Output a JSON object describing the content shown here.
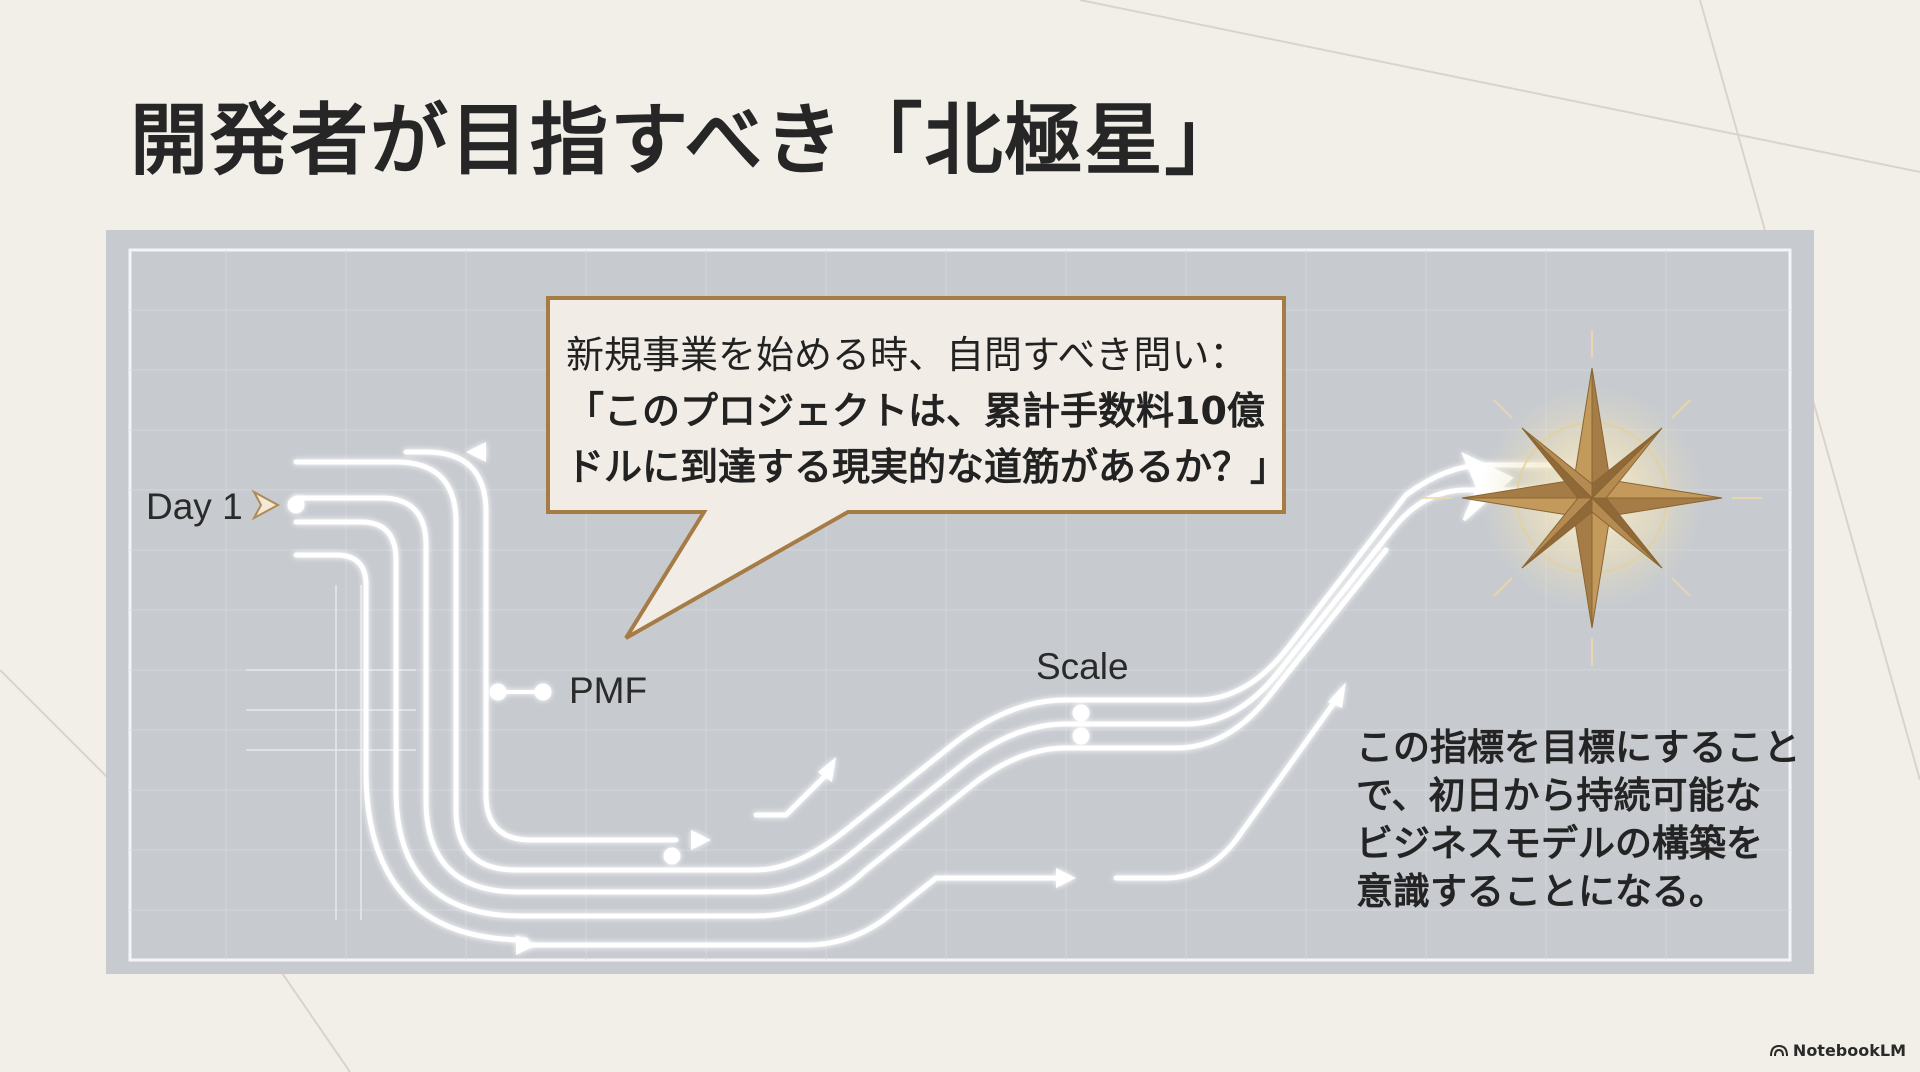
{
  "title": "開発者が目指すべき「北極星」",
  "callout": {
    "intro": "新規事業を始める時、自問すべき問い：",
    "question_line1": "「このプロジェクトは、累計手数料10億",
    "question_line2": "ドルに到達する現実的な道筋があるか？」"
  },
  "milestones": {
    "start": "Day 1",
    "pmf": "PMF",
    "scale": "Scale"
  },
  "note": {
    "line1": "この指標を目標にすること",
    "line2": "で、初日から持続可能な",
    "line3": "ビジネスモデルの構築を",
    "line4": "意識することになる。"
  },
  "icons": {
    "goal": "compass-star-icon",
    "brand": "notebooklm-logo-icon"
  },
  "colors": {
    "background": "#f2efe9",
    "panel": "#c7cbd0",
    "accent_gold": "#a57c45",
    "path_white": "#ffffff"
  },
  "brand": "NotebookLM"
}
